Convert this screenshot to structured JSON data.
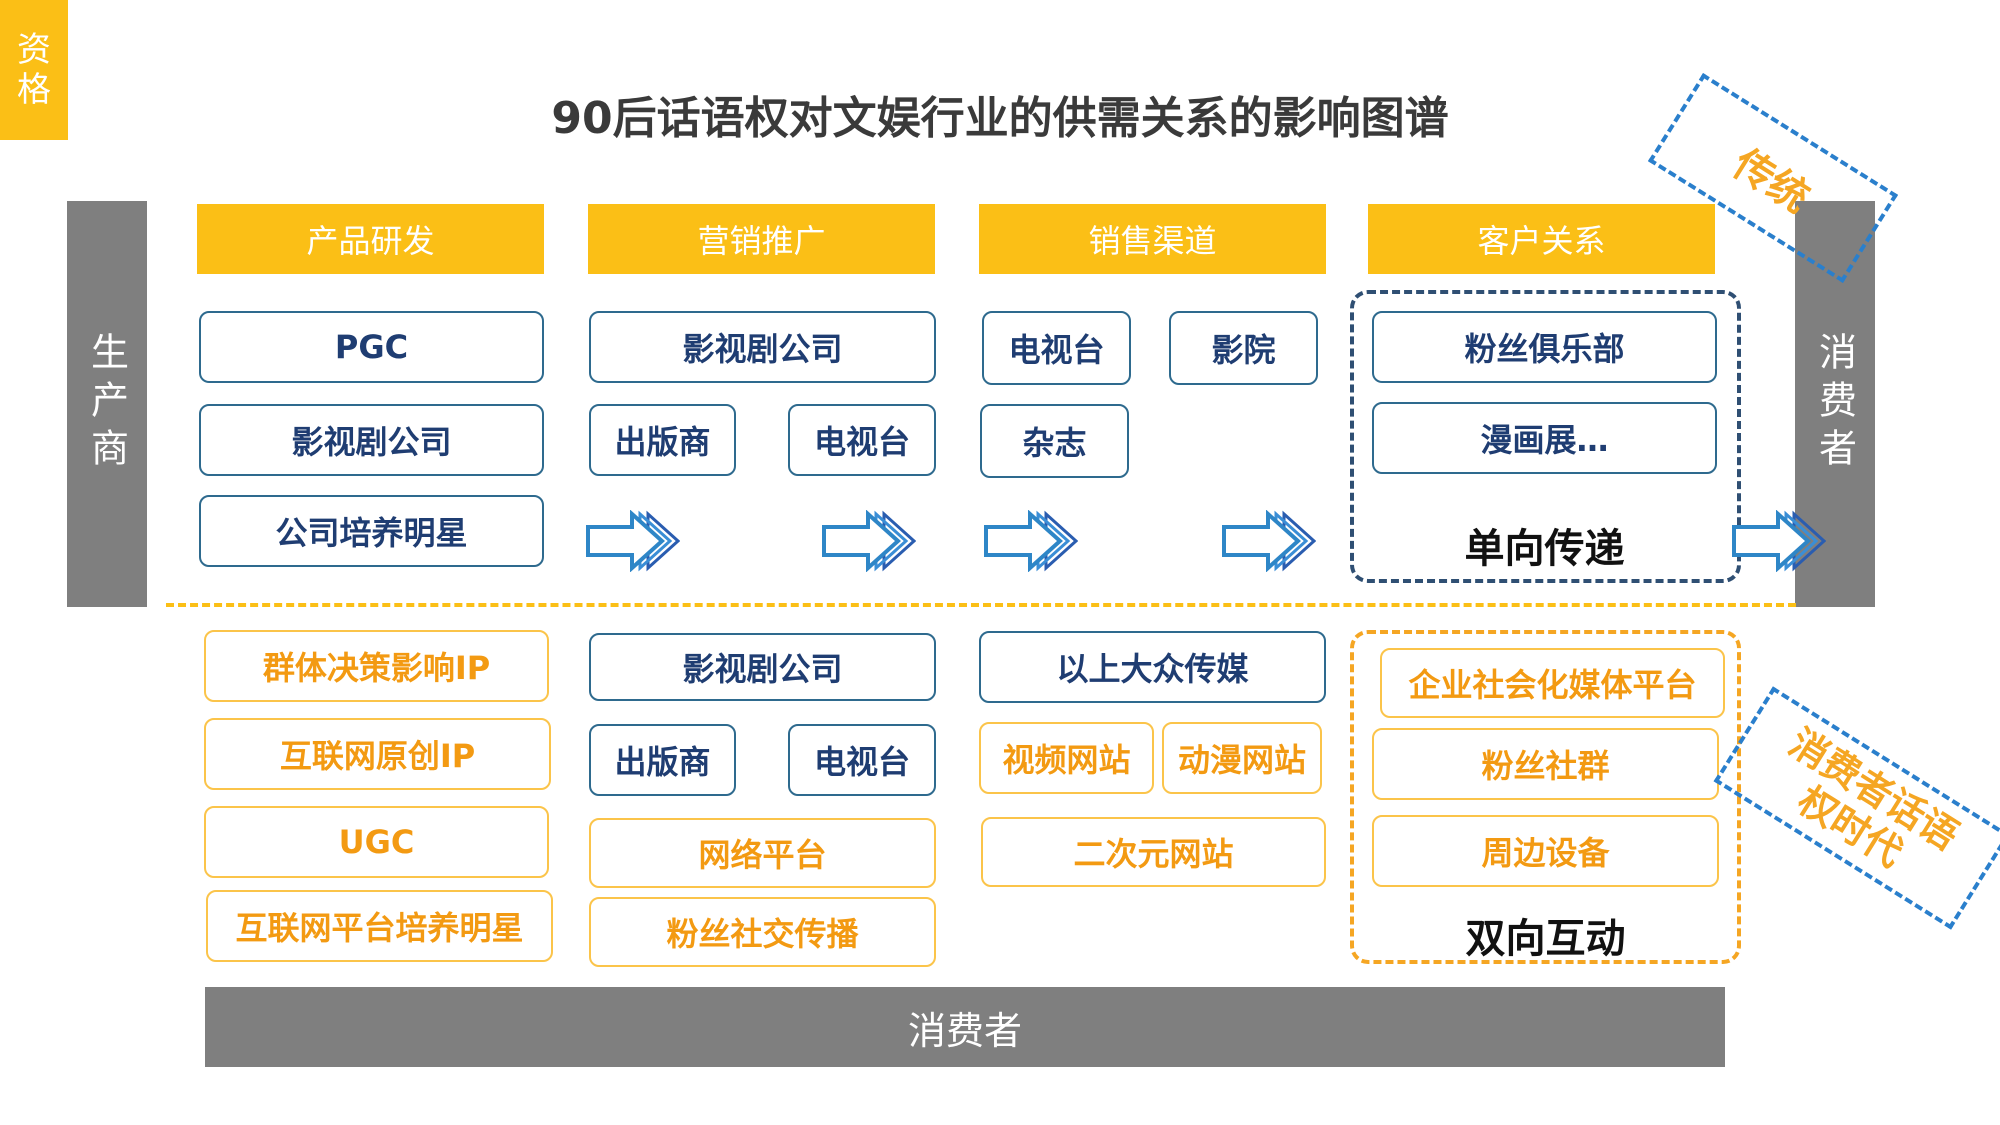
{
  "tag": {
    "line1": "资",
    "line2": "格"
  },
  "title": "90后话语权对文娱行业的供需关系的影响图谱",
  "left_bar": "生产商",
  "right_bar": "消费者",
  "bottom_bar": "消费者",
  "headers": [
    "产品研发",
    "营销推广",
    "销售渠道",
    "客户关系"
  ],
  "traditional": {
    "col1": [
      "PGC",
      "影视剧公司",
      "公司培养明星"
    ],
    "col2": [
      "影视剧公司",
      "出版商",
      "电视台"
    ],
    "col3": [
      "电视台",
      "影院",
      "杂志"
    ],
    "col4": [
      "粉丝俱乐部",
      "漫画展…"
    ],
    "col4_label": "单向传递"
  },
  "modern": {
    "col1": [
      "群体决策影响IP",
      "互联网原创IP",
      "UGC",
      "互联网平台培养明星"
    ],
    "col2": [
      "影视剧公司",
      "出版商",
      "电视台",
      "网络平台",
      "粉丝社交传播"
    ],
    "col3": [
      "以上大众传媒",
      "视频网站",
      "动漫网站",
      "二次元网站"
    ],
    "col4": [
      "企业社会化媒体平台",
      "粉丝社群",
      "周边设备"
    ],
    "col4_label": "双向互动"
  },
  "stamps": {
    "traditional": "传统",
    "consumer_line1": "消费者话语",
    "consumer_line2": "权时代"
  },
  "colors": {
    "yellow": "#fbbf16",
    "gray": "#7f7f7f",
    "blue_border": "#2e6a8e",
    "blue_text": "#1f3d72",
    "orange_text": "#f39a12",
    "orange_border": "#fbc44a",
    "stamp_blue": "#2a7fcc"
  }
}
